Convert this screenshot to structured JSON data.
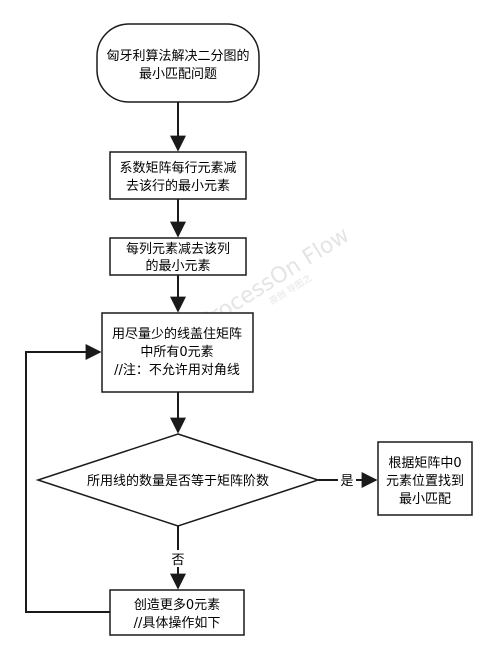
{
  "diagram": {
    "start": {
      "lines": [
        "匈牙利算法解决二分图的",
        "最小匹配问题"
      ]
    },
    "step1": {
      "lines": [
        "系数矩阵每行元素减",
        "去该行的最小元素"
      ]
    },
    "step2": {
      "lines": [
        "每列元素减去该列",
        "的最小元素"
      ]
    },
    "step3": {
      "lines": [
        "用尽量少的线盖住矩阵",
        "中所有0元素",
        "//注：不允许用对角线"
      ]
    },
    "decision": {
      "lines": [
        "所用线的数量是否等于矩阵阶数"
      ]
    },
    "yes_result": {
      "lines": [
        "根据矩阵中0",
        "元素位置找到",
        "最小匹配"
      ]
    },
    "no_step": {
      "lines": [
        "创造更多0元素",
        "//具体操作如下"
      ]
    },
    "edge_yes_label": "是",
    "edge_no_label": "否",
    "watermark": {
      "text": "ProcessOn Flow",
      "sub": "原创 导图之"
    }
  }
}
